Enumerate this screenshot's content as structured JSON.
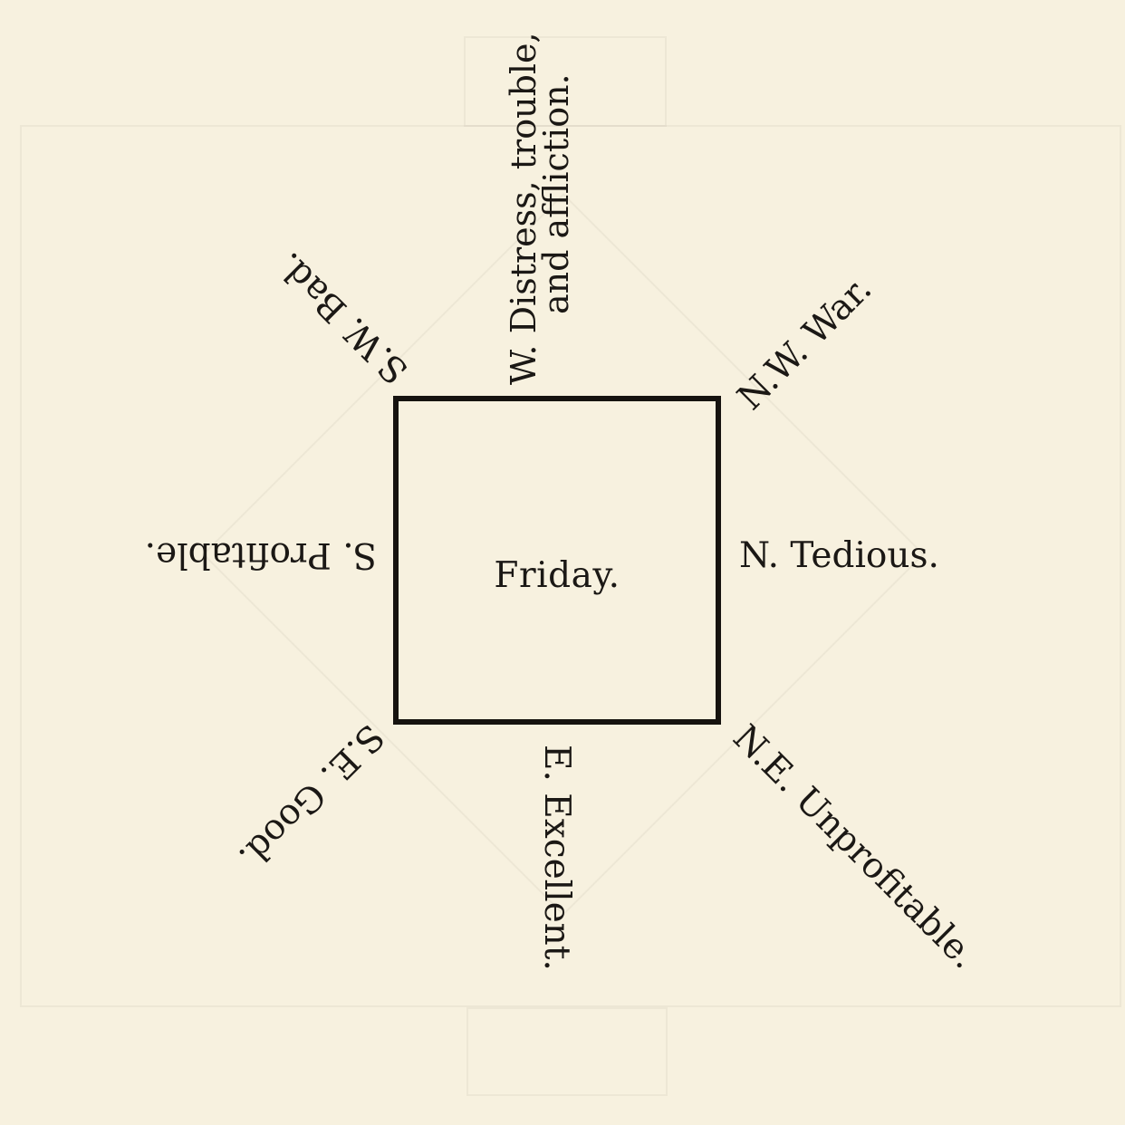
{
  "center": {
    "label": "Friday."
  },
  "directions": {
    "north": "N. Tedious.",
    "south": "S. Profitable.",
    "east": "E. Excellent.",
    "west_line1": "W. Distress, trouble,",
    "west_line2": "and affliction.",
    "northwest": "N.W. War.",
    "northeast": "N.E. Unprofitable.",
    "southwest": "S.W. Bad.",
    "southeast": "S.E. Good."
  },
  "colors": {
    "paper": "#f7f1df",
    "ink": "#16130f"
  }
}
